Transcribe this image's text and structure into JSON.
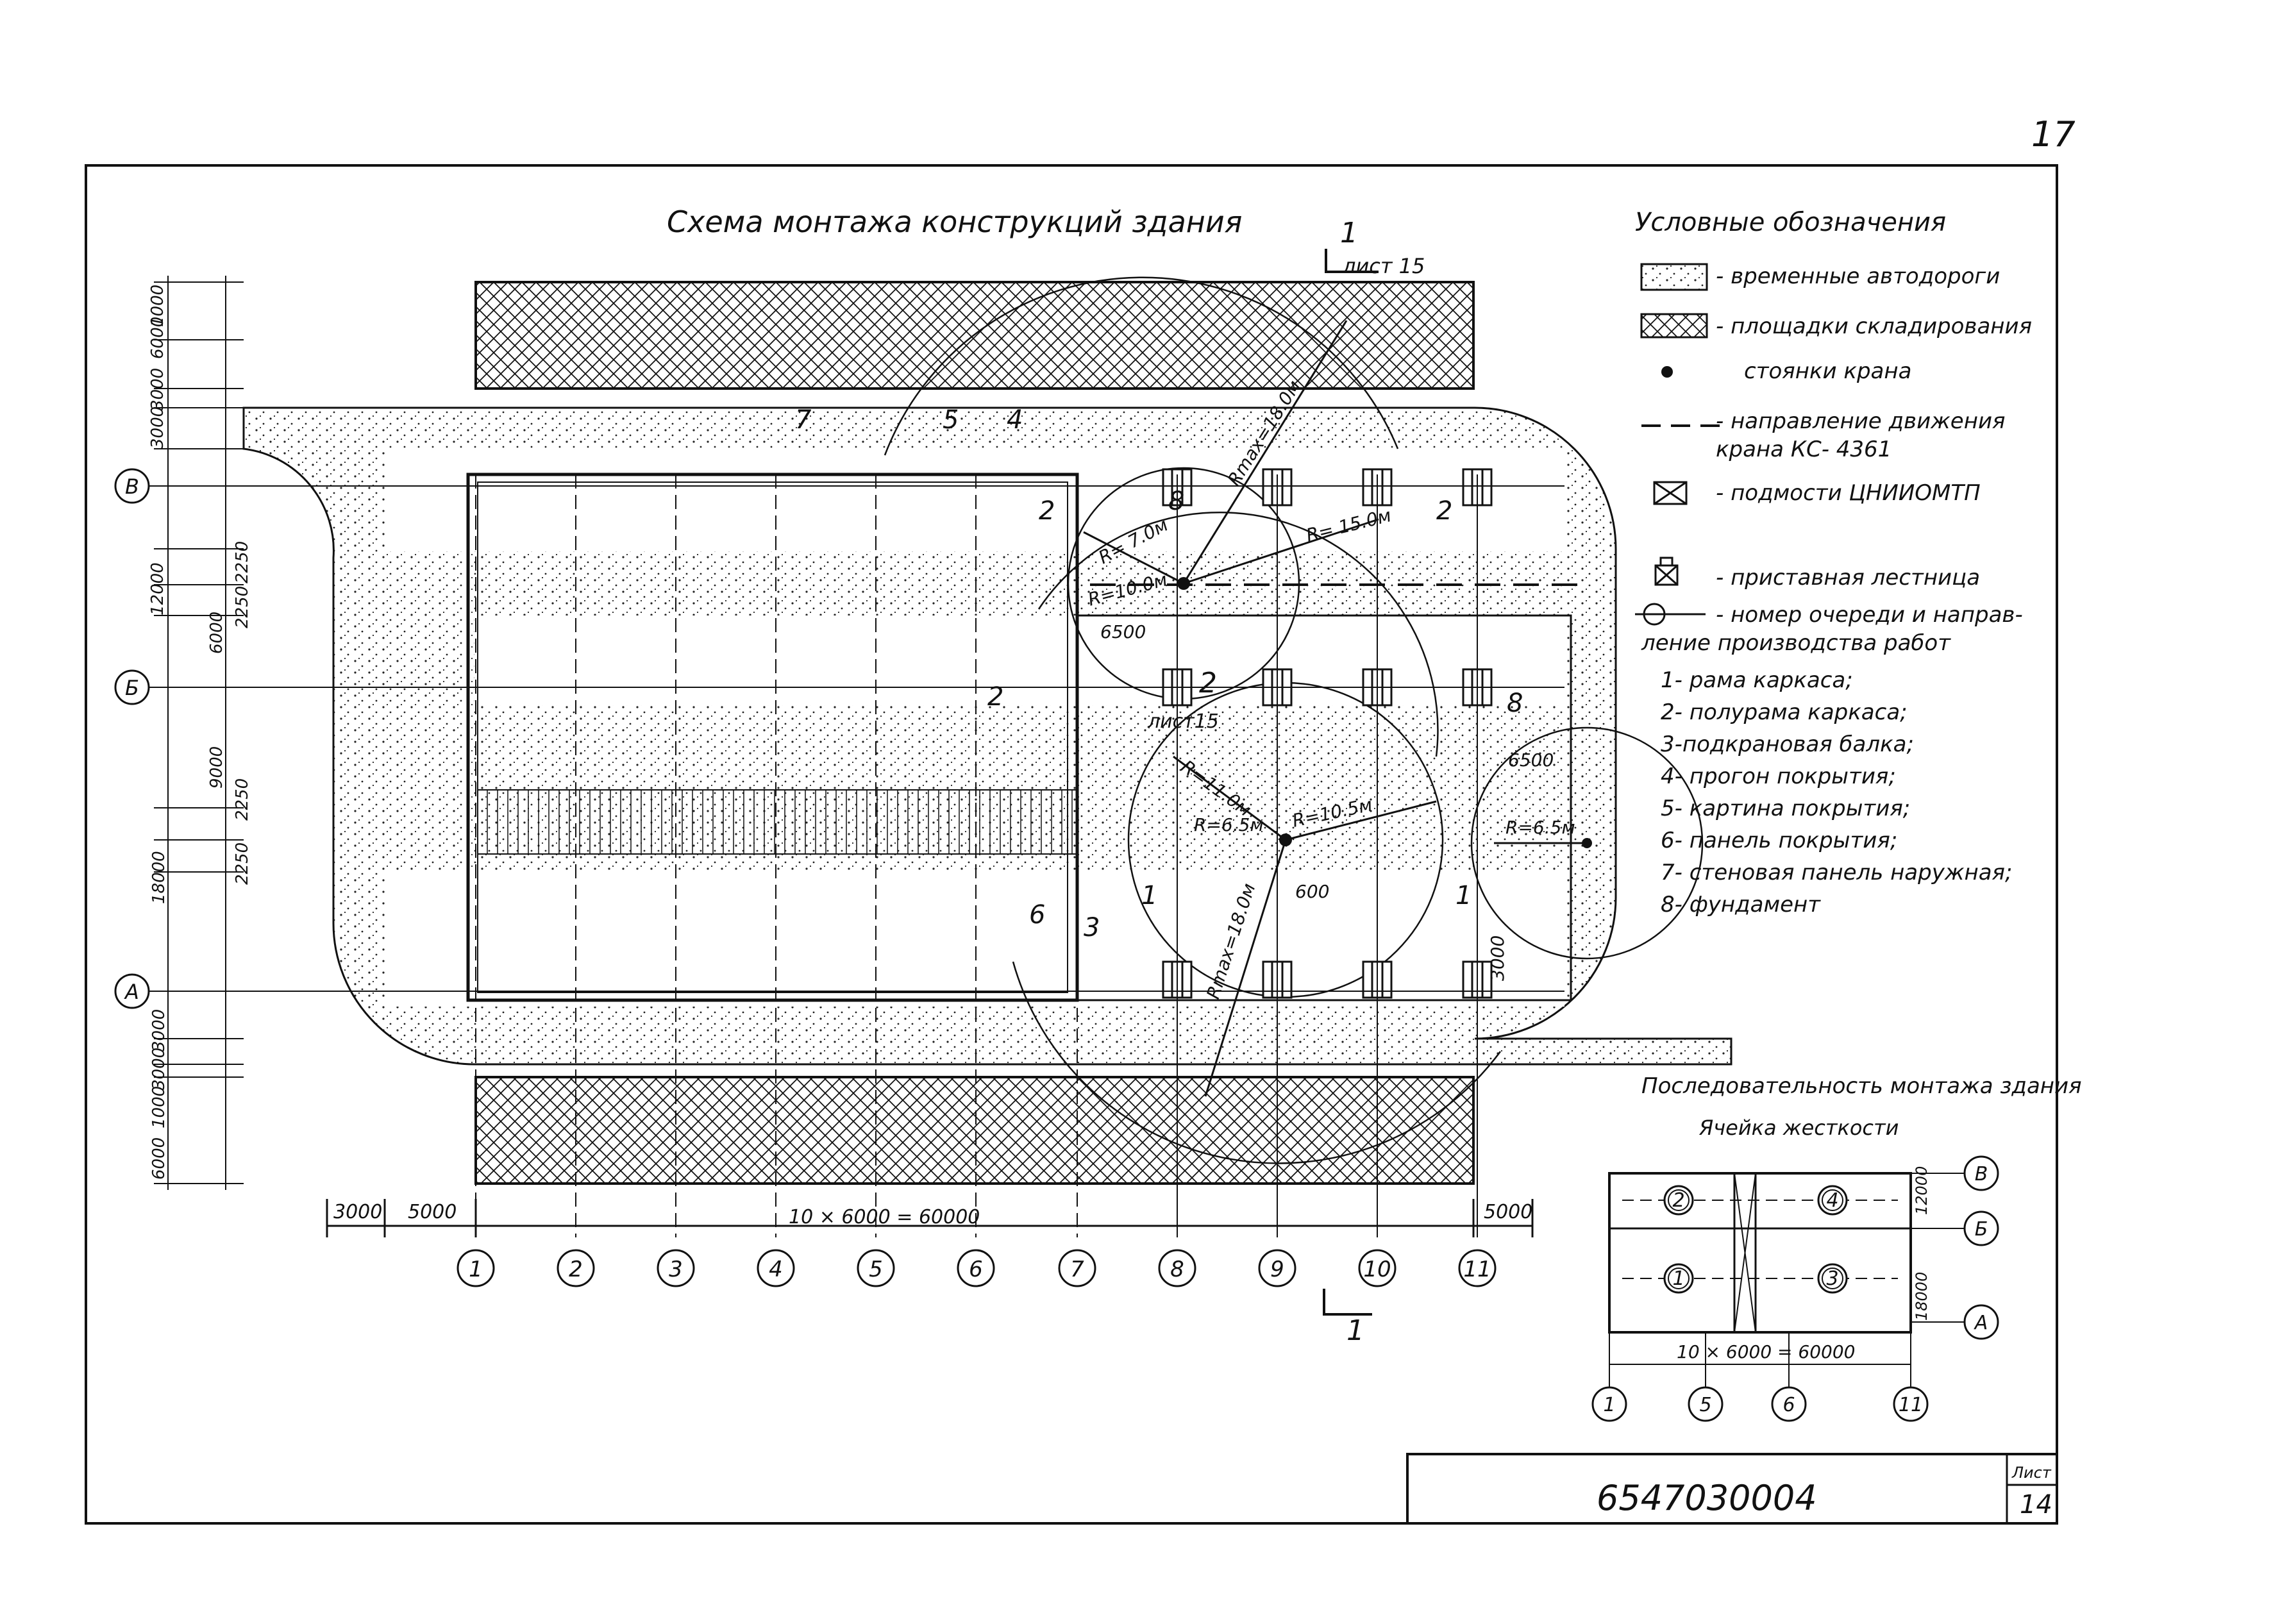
{
  "sheet": {
    "page_number": "17",
    "doc_code": "6547030004",
    "list_label": "Лист",
    "list_number": "14"
  },
  "title": "Схема монтажа конструкций здания",
  "section_mark": {
    "number": "1",
    "sheet": "лист 15"
  },
  "section_mark_2": {
    "number": "2",
    "sheet": "лист15"
  },
  "legend": {
    "title": "Условные обозначения",
    "items": [
      {
        "icon": "dotted-road",
        "label": "- временные автодороги"
      },
      {
        "icon": "crosshatch",
        "label": "- площадки складирования"
      },
      {
        "icon": "dot",
        "label": "стоянки крана"
      },
      {
        "icon": "dash-line",
        "label": "- направление движения\nкрана КС- 4361"
      },
      {
        "icon": "scaffold",
        "label": "- подмости ЦНИИОМТП"
      },
      {
        "icon": "ladder",
        "label": "- приставная лестница"
      },
      {
        "icon": "circled-number",
        "label": "- номер очереди и направ-\nление производства работ"
      }
    ],
    "numbered": [
      "1- рама каркаса;",
      "2- полурама каркаса;",
      "3-подкрановая балка;",
      "4- прогон покрытия;",
      "5- картина покрытия;",
      "6- панель покрытия;",
      "7- стеновая панель наружная;",
      "8- фундамент"
    ]
  },
  "axes": {
    "columns": [
      "1",
      "2",
      "3",
      "4",
      "5",
      "6",
      "7",
      "8",
      "9",
      "10",
      "11"
    ],
    "rows": [
      "В",
      "Б",
      "А"
    ]
  },
  "dimensions": {
    "left": [
      "6000",
      "1000",
      "3000",
      "3000",
      "12000",
      "2250",
      "2250",
      "6000",
      "9000",
      "2250",
      "2250",
      "18000",
      "3000",
      "3000",
      "1000",
      "6000"
    ],
    "bottom": [
      "3000",
      "5000",
      "10 × 6000 = 60000",
      "5000"
    ],
    "other": [
      "6500",
      "6500",
      "600",
      "3000"
    ]
  },
  "radii": [
    "R= 7.0м",
    "R=10.0м",
    "R= 15.0м",
    "Rmax=18.0м",
    "R=11.0м",
    "R=6.5м",
    "R=10.5м",
    "R=6.5м",
    "Rmax=18.0м"
  ],
  "callouts": [
    "7",
    "5",
    "4",
    "2",
    "2",
    "8",
    "2",
    "8",
    "6",
    "3",
    "1",
    "1"
  ],
  "sequence": {
    "title": "Последовательность монтажа здания",
    "cell_label": "Ячейка жесткости",
    "rows": [
      "В",
      "Б",
      "А"
    ],
    "cols": [
      "1",
      "5",
      "6",
      "11"
    ],
    "dim_vertical": [
      "12000",
      "18000"
    ],
    "dim_horizontal": "10 × 6000 = 60000",
    "stages": [
      "2",
      "4",
      "1",
      "3"
    ]
  }
}
